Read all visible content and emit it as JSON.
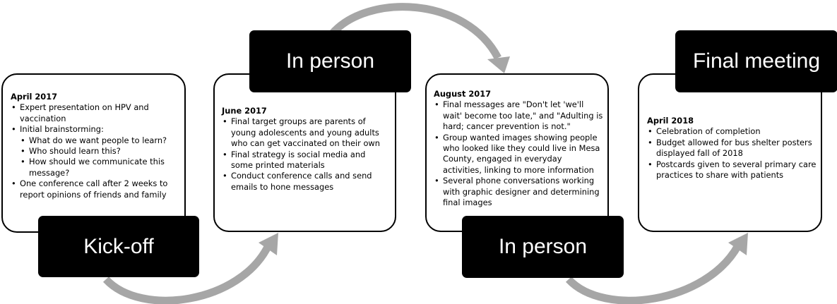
{
  "colors": {
    "arrow": "#a6a6a6",
    "tag_background": "#000000",
    "tag_text": "#ffffff",
    "card_border": "#000000"
  },
  "stages": [
    {
      "label": "Kick-off",
      "date": "April 2017",
      "items": [
        "Expert presentation on HPV and vaccination",
        "Initial brainstorming:",
        "What do we want people to learn?",
        "Who should learn this?",
        "How should we communicate this message?",
        "One conference call after 2 weeks to report opinions of friends and family"
      ]
    },
    {
      "label": "In person",
      "date": "June 2017",
      "items": [
        "Final target groups are parents of young adolescents and young adults who can get vaccinated on their own",
        "Final strategy is social media and some printed materials",
        "Conduct conference calls and send emails to hone messages"
      ]
    },
    {
      "label": "In person",
      "date": "August 2017",
      "items": [
        "Final messages are \"Don't let 'we'll wait' become too late,\" and \"Adulting is hard; cancer prevention is not.\"",
        "Group wanted images showing people who looked like they could live in Mesa County, engaged in everyday activities, linking to more information",
        "Several phone conversations working with graphic designer and determining final images"
      ]
    },
    {
      "label": "Final meeting",
      "date": "April 2018",
      "items": [
        "Celebration of completion",
        "Budget allowed for bus shelter posters displayed fall of 2018",
        "Postcards given to several primary care practices to share with patients"
      ]
    }
  ]
}
